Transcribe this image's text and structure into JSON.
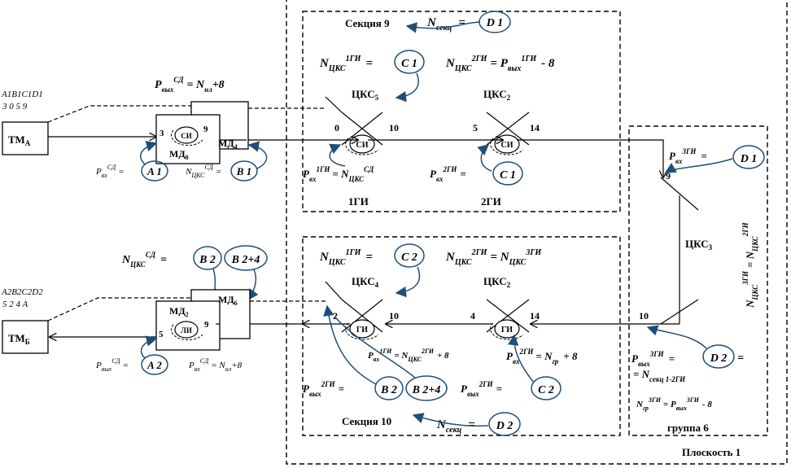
{
  "plane_label": "Плоскость 1",
  "group_label": "группа 6",
  "section9": {
    "title": "Секция 9",
    "nsekc": "N",
    "nsekc_sub": "секц",
    "nsekc_eq": "=",
    "nsekc_badge": "D 1",
    "left_eq_main": "N",
    "left_eq_sub": "ЦКС",
    "left_eq_sup": "1ГИ",
    "left_eq_sign": "=",
    "left_badge": "C 1",
    "right_eq": "N",
    "right_eq_sub": "ЦКС",
    "right_eq_sup": "2ГИ",
    "right_eq_rest": "= P",
    "right_eq_rest_sub": "вых",
    "right_eq_rest_sup": "1ГИ",
    "right_eq_tail": "- 8",
    "cks_left": "ЦКС",
    "cks_left_sub": "5",
    "cks_right": "ЦКС",
    "cks_right_sub": "2",
    "n0": "0",
    "n10": "10",
    "n5": "5",
    "n14": "14",
    "si1": "СИ",
    "si2": "СИ",
    "in1_eq": "P",
    "in1_sub": "вх",
    "in1_sup": "1ГИ",
    "in1_rest": "= N",
    "in1_rest_sub": "ЦКС",
    "in1_rest_sup": "СД",
    "in2_eq": "P",
    "in2_sub": "вх",
    "in2_sup": "2ГИ",
    "in2_sign": "=",
    "in2_badge": "C 1",
    "gi1": "1ГИ",
    "gi2": "2ГИ"
  },
  "section10": {
    "title": "Секция 10",
    "nsekc": "N",
    "nsekc_sub": "секц",
    "nsekc_eq": "=",
    "nsekc_badge": "D 2",
    "left_eq_main": "N",
    "left_eq_sub": "ЦКС",
    "left_eq_sup": "1ГИ",
    "left_eq_sign": "=",
    "left_badge": "C 2",
    "right_eq": "N",
    "right_eq_sub": "ЦКС",
    "right_eq_sup": "2ГИ",
    "right_eq_rest": "= N",
    "right_eq_rest_sub": "ЦКС",
    "right_eq_rest_sup": "3ГИ",
    "cks_left": "ЦКС",
    "cks_left_sub": "4",
    "cks_right": "ЦКС",
    "cks_right_sub": "2",
    "n2": "2",
    "n10": "10",
    "n4": "4",
    "n14": "14",
    "gi1": "ГИ",
    "gi2": "ГИ",
    "out1_eq": "P",
    "out1_sub": "вх",
    "out1_sup": "1ГИ",
    "out1_rest": "= N",
    "out1_rest_sub": "ЦКС",
    "out1_rest_sup": "2ГИ",
    "out1_tail": "+ 8",
    "out2_eq": "P",
    "out2_sub": "вх",
    "out2_sup": "2ГИ",
    "out2_rest": "= N",
    "out2_rest_sub": "гр",
    "out2_tail": "+ 8",
    "vyh1_eq": "P",
    "vyh1_sub": "вых",
    "vyh1_sup": "2ГИ",
    "vyh1_sign": "=",
    "vyh1_badge1": "B 2",
    "vyh1_badge2": "B 2+4",
    "vyh2_eq": "P",
    "vyh2_sub": "вых",
    "vyh2_sup": "2ГИ",
    "vyh2_sign": "=",
    "vyh2_badge": "C 2"
  },
  "group6": {
    "in_eq": "P",
    "in_sub": "вх",
    "in_sup": "3ГИ",
    "in_sign": "=",
    "in_badge": "D 1",
    "n9": "9",
    "n10": "10",
    "cks": "ЦКС",
    "cks_sub": "3",
    "vert_eq": "N",
    "vert_eq_sub": "ЦКС",
    "vert_eq_sup": "3ГИ",
    "vert_eq_rest": "= N",
    "vert_eq_rest_sub": "ЦКС",
    "vert_eq_rest_sup": "2ГИ",
    "vyh_eq": "P",
    "vyh_sub": "вых",
    "vyh_sup": "3ГИ",
    "vyh_sign": "=",
    "vyh_badge": "D 2",
    "vyh_sign2": "=",
    "vyh_line2": "= N",
    "vyh_line2_sub": "секц 1-2ГИ",
    "ngr_eq": "N",
    "ngr_sub": "гр",
    "ngr_sup": "3ГИ",
    "ngr_rest": "= P",
    "ngr_rest_sub": "вых",
    "ngr_rest_sup": "3ГИ",
    "ngr_tail": "- 8"
  },
  "left_top": {
    "code_letters": "A1B1C1D1",
    "code_digits": "3  0  5  9",
    "tm": "ТМ",
    "tm_sub": "А",
    "md0": "МД",
    "md0_sub": "0",
    "md4": "МД",
    "md4_sub": "4",
    "port3": "3",
    "port9": "9",
    "si": "СИ",
    "top_eq": "P",
    "top_eq_sub": "вых",
    "top_eq_sup": "СД",
    "top_eq_rest": "= N",
    "top_eq_rest_sub": "нл",
    "top_eq_tail": "+8",
    "bl_eq": "P",
    "bl_sub": "вх",
    "bl_sup": "СД",
    "bl_sign": "=",
    "bl_badge": "A 1",
    "br_eq": "N",
    "br_sub": "ЦКС",
    "br_sup": "СД",
    "br_sign": "=",
    "br_badge": "B 1"
  },
  "left_bottom": {
    "code_letters": "A2B2C2D2",
    "code_digits": "5  2  4  A",
    "tm": "ТМ",
    "tm_sub": "Б",
    "md2": "МД",
    "md2_sub": "2",
    "md6": "МД",
    "md6_sub": "6",
    "port5": "5",
    "port9": "9",
    "li": "ЛИ",
    "top_eq": "N",
    "top_eq_sub": "ЦКС",
    "top_eq_sup": "СД",
    "top_sign": "=",
    "top_badge1": "B 2",
    "top_badge2": "B 2+4",
    "bl_eq": "P",
    "bl_sub": "вых",
    "bl_sup": "СД",
    "bl_sign": "=",
    "bl_badge": "A 2",
    "br_eq": "P",
    "br_sub": "вх",
    "br_sup": "СД",
    "br_rest": "= N",
    "br_rest_sub": "нл",
    "br_tail": "+8"
  }
}
